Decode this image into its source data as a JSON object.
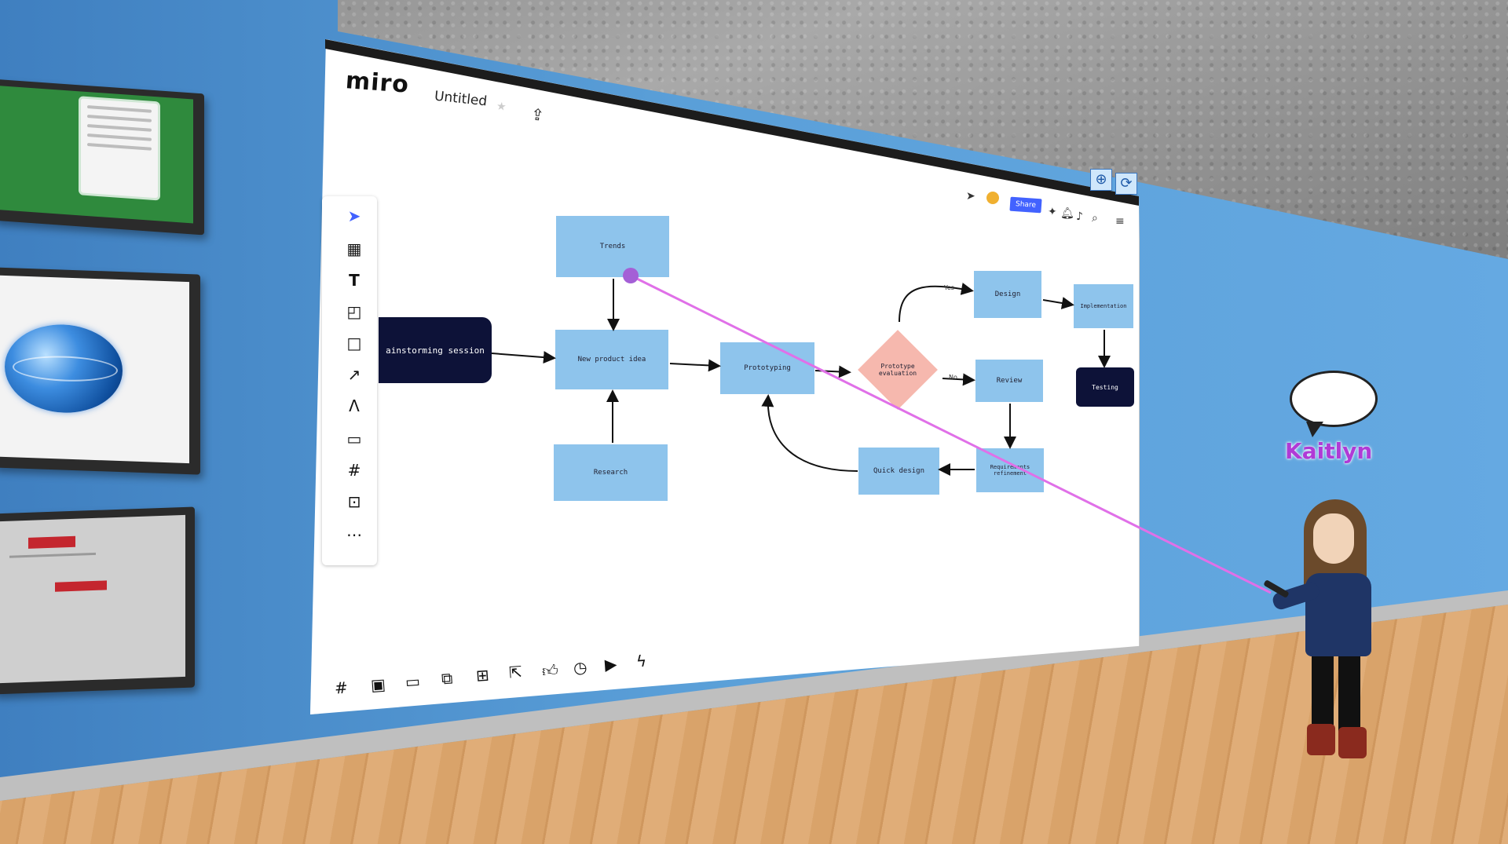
{
  "board": {
    "logo": "miro",
    "title": "Untitled",
    "share_label": "Share"
  },
  "toolbar_left": {
    "items": [
      "select",
      "templates",
      "text",
      "sticky-note",
      "shape",
      "arrow",
      "pen",
      "comment",
      "frame",
      "upload",
      "more"
    ]
  },
  "toolbar_bottom": {
    "items": [
      "frames",
      "present",
      "comment",
      "screen-share",
      "cards",
      "export",
      "reaction",
      "timer",
      "video",
      "lightning"
    ]
  },
  "flowchart": {
    "nodes": {
      "brainstorm": "ainstorming session",
      "trends": "Trends",
      "new_product": "New product idea",
      "research": "Research",
      "prototyping": "Prototyping",
      "evaluation": "Prototype evaluation",
      "design": "Design",
      "implementation": "Implementation",
      "review": "Review",
      "testing": "Testing",
      "quick_design": "Quick design",
      "requirements": "Requirements refinement"
    },
    "edge_labels": {
      "yes": "Yes",
      "no": "No"
    }
  },
  "avatar": {
    "name": "Kaitlyn"
  },
  "colors": {
    "node_blue": "#8ec4ec",
    "node_dark": "#0d1238",
    "diamond_pink": "#f6b8ae",
    "laser": "#e070e8",
    "name_purple": "#b03ad6"
  }
}
